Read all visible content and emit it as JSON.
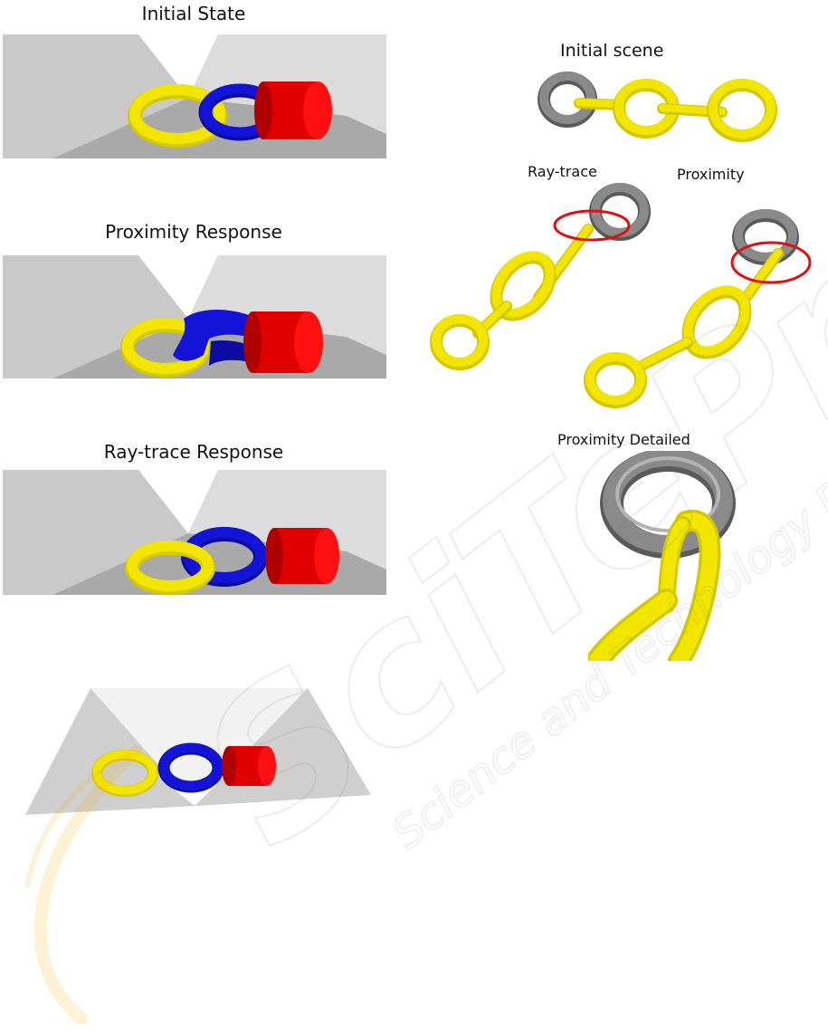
{
  "left_panels": {
    "initial_state": {
      "title": "Initial State"
    },
    "proximity_response": {
      "title": "Proximity Response"
    },
    "raytrace_response": {
      "title": "Ray-trace Response"
    }
  },
  "right_panels": {
    "initial_scene": {
      "title": "Initial scene"
    },
    "raytrace": {
      "title": "Ray-trace"
    },
    "proximity": {
      "title": "Proximity"
    },
    "proximity_detailed": {
      "title": "Proximity Detailed"
    }
  },
  "watermark": {
    "main_text": "SciTePress",
    "sub_text": "Science and Technology Publications"
  },
  "colors": {
    "yellow_link": "#f2e600",
    "blue_link": "#1414d8",
    "red_cylinder": "#e00000",
    "gray_ring": "#8a8a8a",
    "highlight_circle": "#dd1111"
  }
}
